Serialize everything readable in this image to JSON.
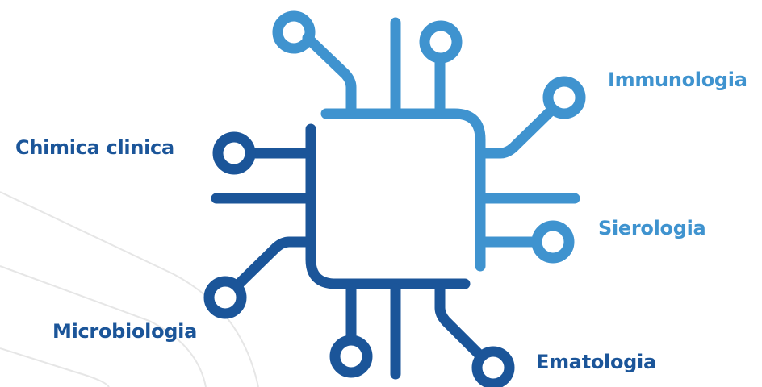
{
  "colors": {
    "dark_blue": "#1b5599",
    "light_blue": "#3f93cf",
    "background_lines": "#e6e6e6",
    "background": "#ffffff"
  },
  "labels": {
    "immunologia": "Immunologia",
    "chimica_clinica": "Chimica clinica",
    "sierologia": "Sierologia",
    "microbiologia": "Microbiologia",
    "ematologia": "Ematologia"
  }
}
